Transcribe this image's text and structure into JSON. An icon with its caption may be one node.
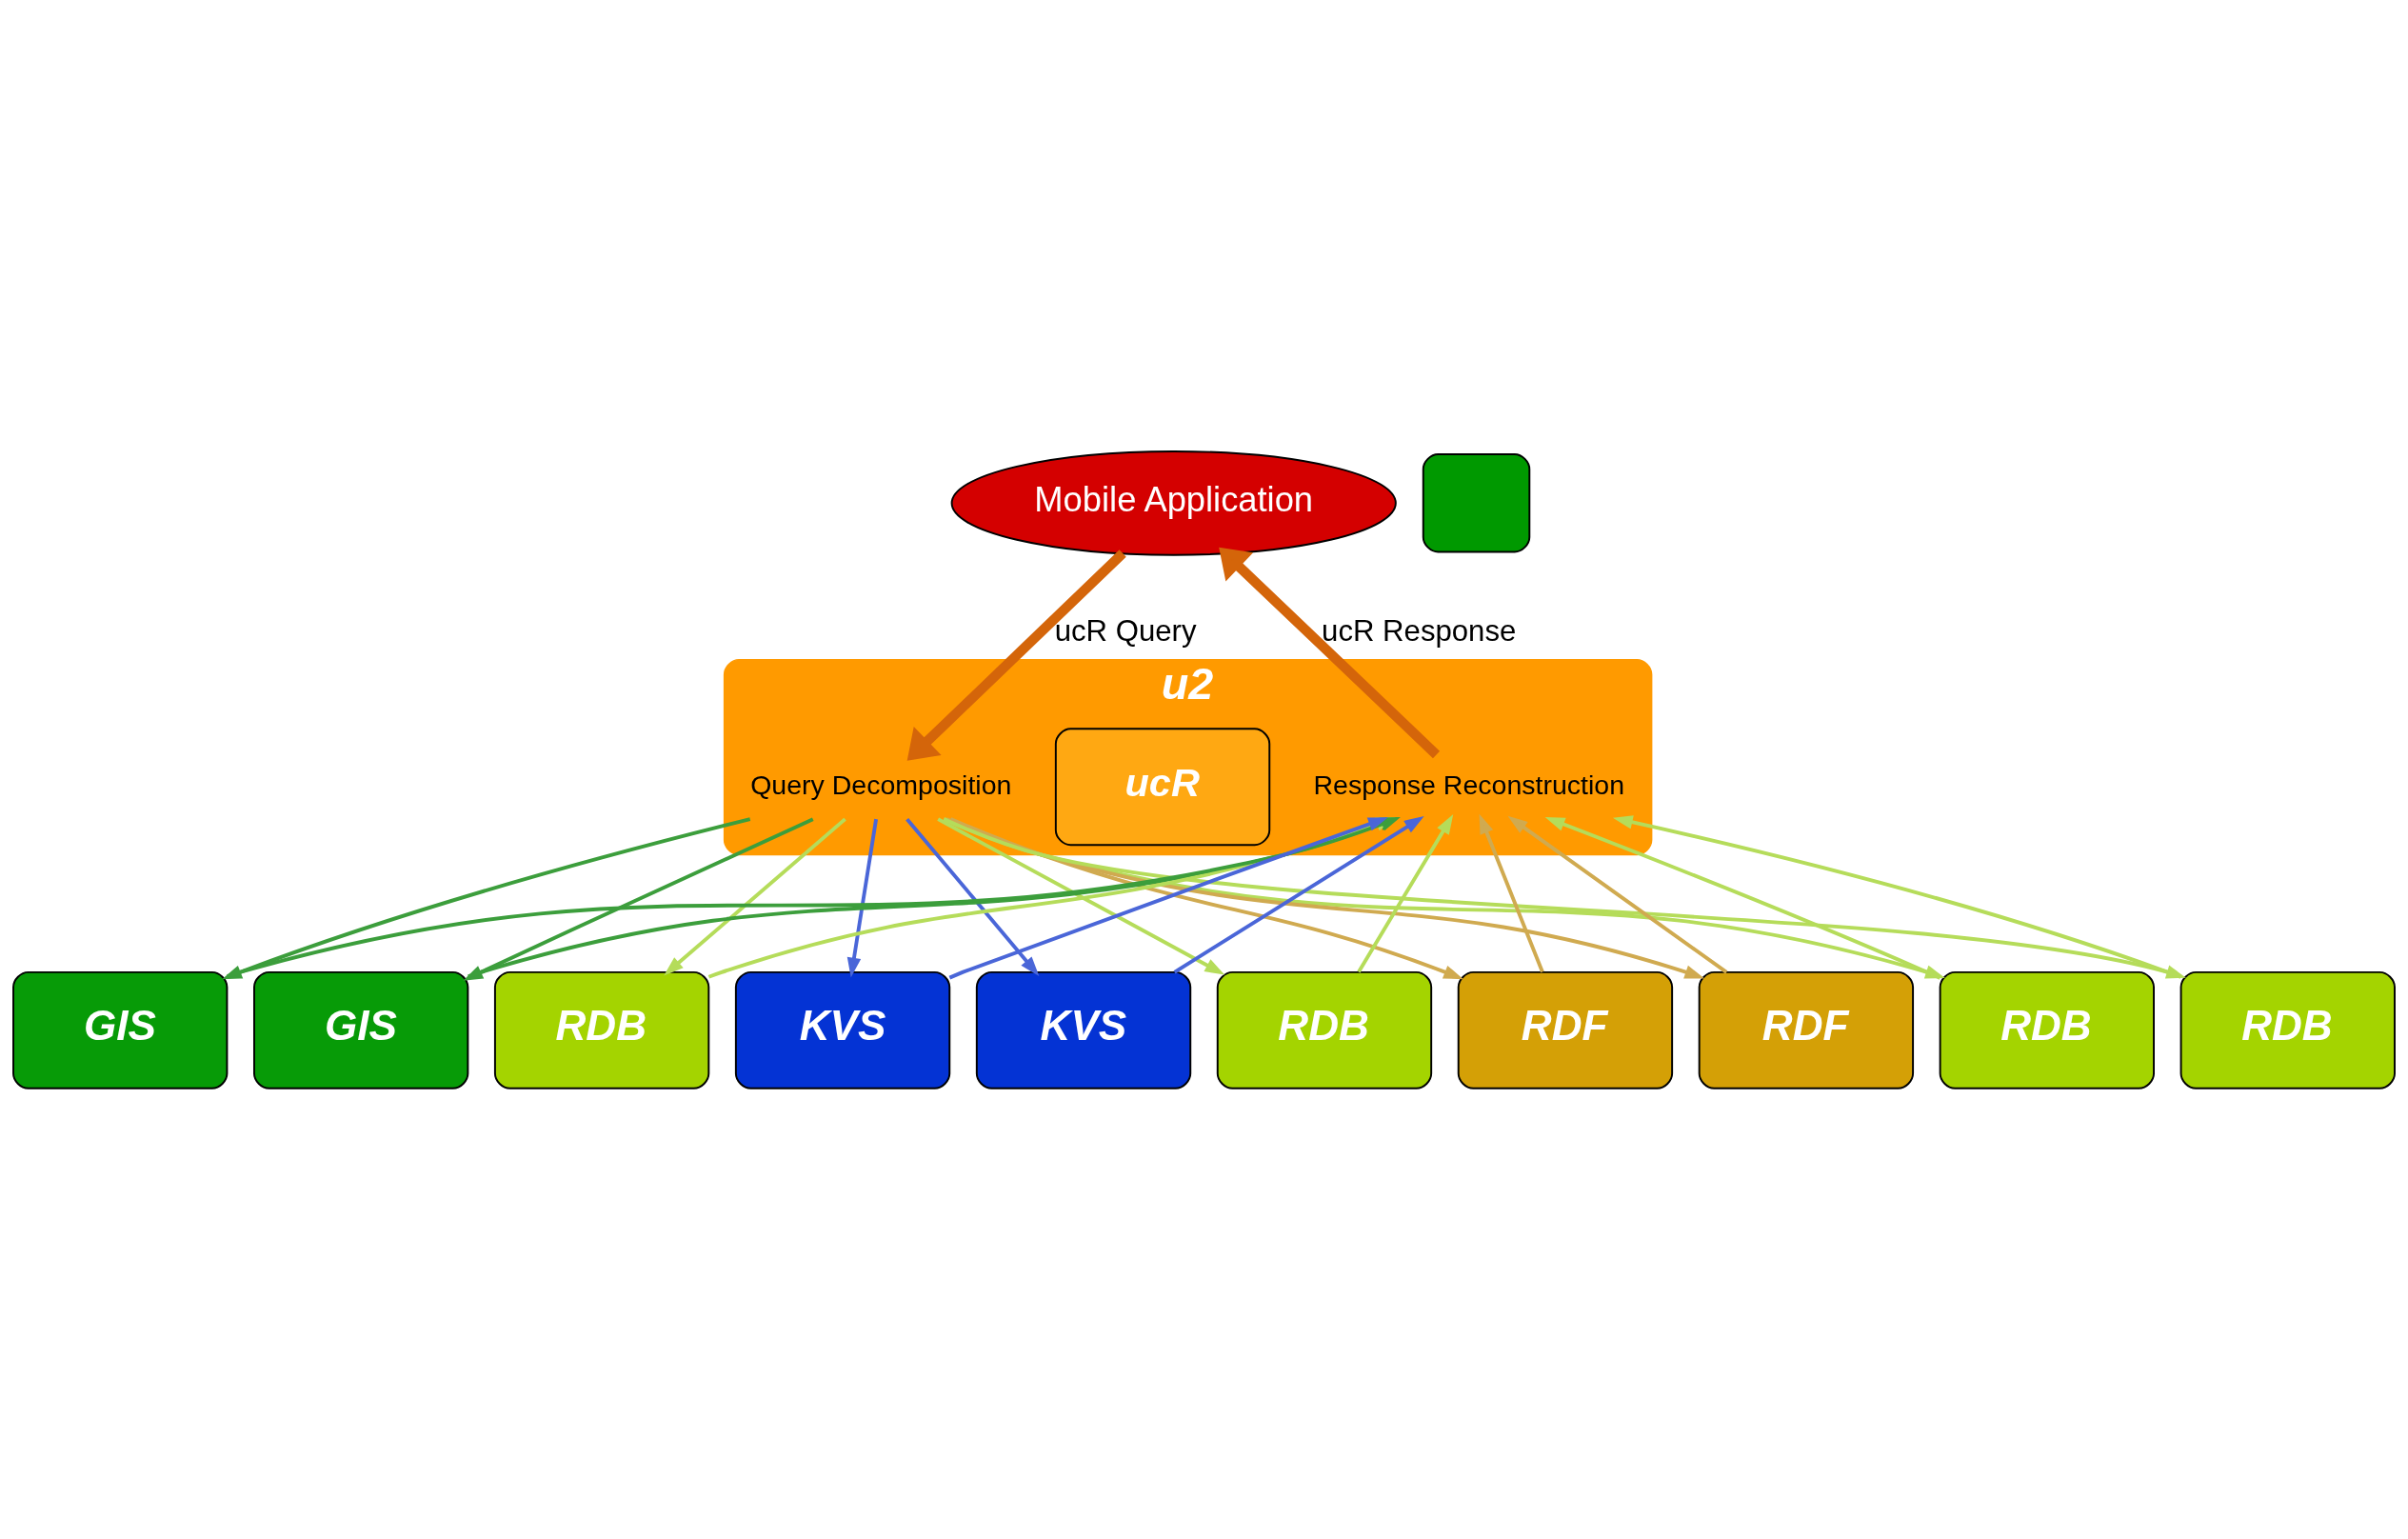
{
  "diagram": {
    "nodes": [
      {
        "text": [
          "Mobile Application"
        ]
      },
      {
        "text": [
          "u2"
        ]
      },
      {
        "text": [
          "Query Decomposition"
        ],
        "in": 1
      },
      {
        "text": [
          "ucR"
        ],
        "in": 1
      },
      {
        "text": [
          "Response Reconstruction"
        ],
        "in": 1
      },
      {
        "text": [],
        "shape": "box"
      },
      {
        "text": [
          "RDB"
        ]
      },
      {
        "text": [
          "GIS"
        ]
      },
      {
        "text": [
          "RDF"
        ]
      },
      {
        "text": [
          "RDB"
        ]
      },
      {
        "text": [
          "RDB"
        ]
      },
      {
        "text": [
          "GIS"
        ]
      },
      {
        "text": [
          "KVS"
        ]
      },
      {
        "text": [
          "KVS"
        ]
      },
      {
        "text": [
          "RDF"
        ]
      },
      {
        "text": [
          "RDB"
        ]
      }
    ],
    "edges": [
      {
        "from": 0,
        "to": 2,
        "arrow": "to",
        "label": "ucR Query",
        "style": "thick",
        "color": "#d4650a"
      },
      {
        "from": 4,
        "to": 0,
        "arrow": "to",
        "label": "ucR Response",
        "style": "thick",
        "color": "#d4650a"
      },
      {
        "from": 2,
        "to": 6,
        "arrow": "to",
        "color": "#b5dc5a"
      },
      {
        "from": 2,
        "to": 7,
        "arrow": "to",
        "color": "#3c9e3c"
      },
      {
        "from": 2,
        "to": 8,
        "arrow": "to",
        "color": "#d0aa50"
      },
      {
        "from": 2,
        "to": 9,
        "arrow": "to",
        "color": "#b5dc5a"
      },
      {
        "from": 2,
        "to": 10,
        "arrow": "to",
        "color": "#b5dc5a"
      },
      {
        "from": 2,
        "to": 11,
        "arrow": "to",
        "color": "#3c9e3c"
      },
      {
        "from": 2,
        "to": 12,
        "arrow": "to",
        "color": "#4a66d8"
      },
      {
        "from": 2,
        "to": 13,
        "arrow": "to",
        "color": "#4a66d8"
      },
      {
        "from": 2,
        "to": 14,
        "arrow": "to",
        "color": "#d0aa50"
      },
      {
        "from": 2,
        "to": 15,
        "arrow": "to",
        "color": "#b5dc5a"
      },
      {
        "from": 6,
        "to": 4,
        "arrow": "to",
        "color": "#b5dc5a"
      },
      {
        "from": 7,
        "to": 4,
        "arrow": "to",
        "color": "#3c9e3c"
      },
      {
        "from": 8,
        "to": 4,
        "arrow": "to",
        "color": "#d0aa50"
      },
      {
        "from": 9,
        "to": 4,
        "arrow": "to",
        "color": "#b5dc5a"
      },
      {
        "from": 10,
        "to": 4,
        "arrow": "to",
        "color": "#b5dc5a"
      },
      {
        "from": 11,
        "to": 4,
        "arrow": "to",
        "color": "#3c9e3c"
      },
      {
        "from": 12,
        "to": 4,
        "arrow": "to",
        "color": "#4a66d8"
      },
      {
        "from": 13,
        "to": 4,
        "arrow": "to",
        "color": "#4a66d8"
      },
      {
        "from": 14,
        "to": 4,
        "arrow": "to",
        "color": "#d0aa50"
      },
      {
        "from": 15,
        "to": 4,
        "arrow": "to",
        "color": "#b5dc5a"
      }
    ]
  }
}
